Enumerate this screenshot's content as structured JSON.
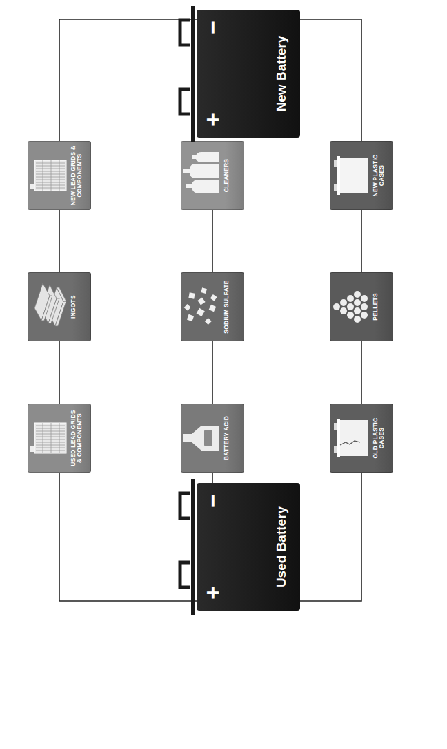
{
  "diagram": {
    "nodes": [
      {
        "text": [
          "+",
          "−",
          "Used Battery"
        ]
      },
      {
        "text": [
          "USED LEAD GRIDS & COMPONENTS"
        ]
      },
      {
        "text": [
          "INGOTS"
        ]
      },
      {
        "text": [
          "NEW LEAD GRIDS & COMPONENTS"
        ]
      },
      {
        "text": [
          "BATTERY ACID"
        ]
      },
      {
        "text": [
          "SODIUM SULFATE"
        ]
      },
      {
        "text": [
          "CLEANERS"
        ]
      },
      {
        "text": [
          "OLD PLASTIC CASES"
        ]
      },
      {
        "text": [
          "PELLETS"
        ]
      },
      {
        "text": [
          "NEW PLASTIC CASES"
        ]
      },
      {
        "text": [
          "+",
          "−",
          "New Battery"
        ]
      }
    ],
    "edges": [
      {
        "from": 0,
        "to": 1,
        "arrow": "none"
      },
      {
        "from": 1,
        "to": 2,
        "arrow": "none"
      },
      {
        "from": 2,
        "to": 3,
        "arrow": "none"
      },
      {
        "from": 3,
        "to": 10,
        "arrow": "none"
      },
      {
        "from": 0,
        "to": 4,
        "arrow": "none"
      },
      {
        "from": 4,
        "to": 5,
        "arrow": "none"
      },
      {
        "from": 5,
        "to": 6,
        "arrow": "none"
      },
      {
        "from": 0,
        "to": 7,
        "arrow": "none"
      },
      {
        "from": 7,
        "to": 8,
        "arrow": "none"
      },
      {
        "from": 8,
        "to": 9,
        "arrow": "none"
      },
      {
        "from": 9,
        "to": 10,
        "arrow": "none"
      }
    ]
  }
}
